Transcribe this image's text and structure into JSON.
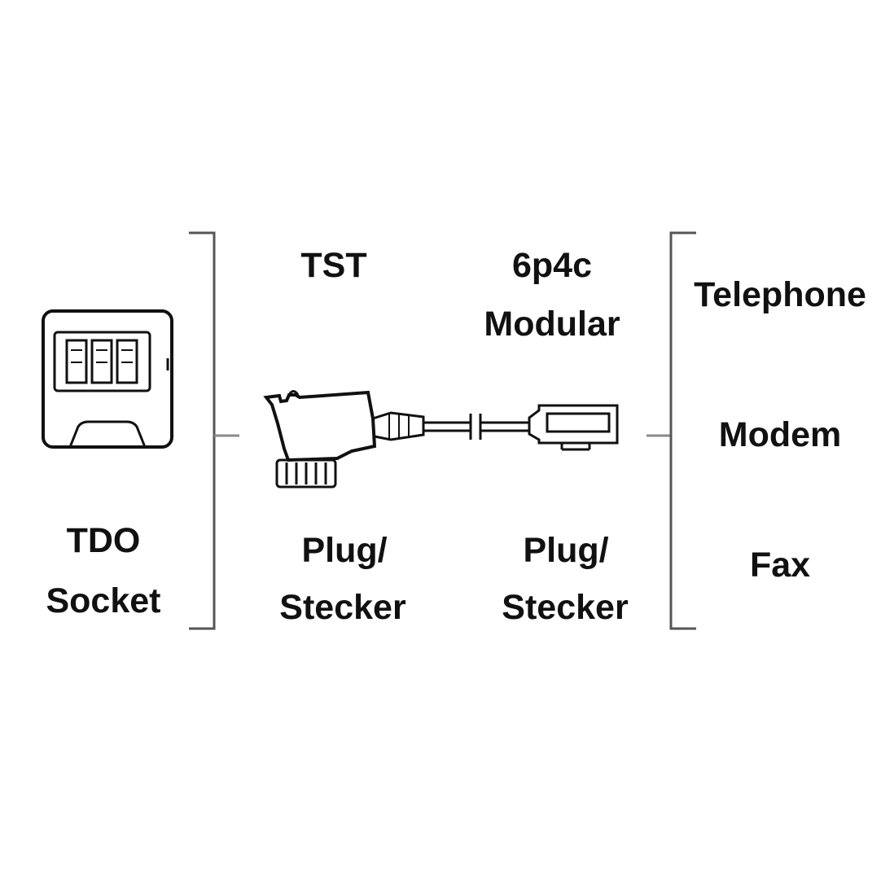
{
  "socket": {
    "label_line1": "TDO",
    "label_line2": "Socket"
  },
  "plug_tst": {
    "type_label": "TST",
    "caption_line1": "Plug/",
    "caption_line2": "Stecker"
  },
  "plug_modular": {
    "type_line1": "6p4c",
    "type_line2": "Modular",
    "caption_line1": "Plug/",
    "caption_line2": "Stecker"
  },
  "devices": [
    "Telephone",
    "Modem",
    "Fax"
  ],
  "colors": {
    "ink": "#111111",
    "bracket": "#555555",
    "connector_dash": "#8a8a8a"
  }
}
